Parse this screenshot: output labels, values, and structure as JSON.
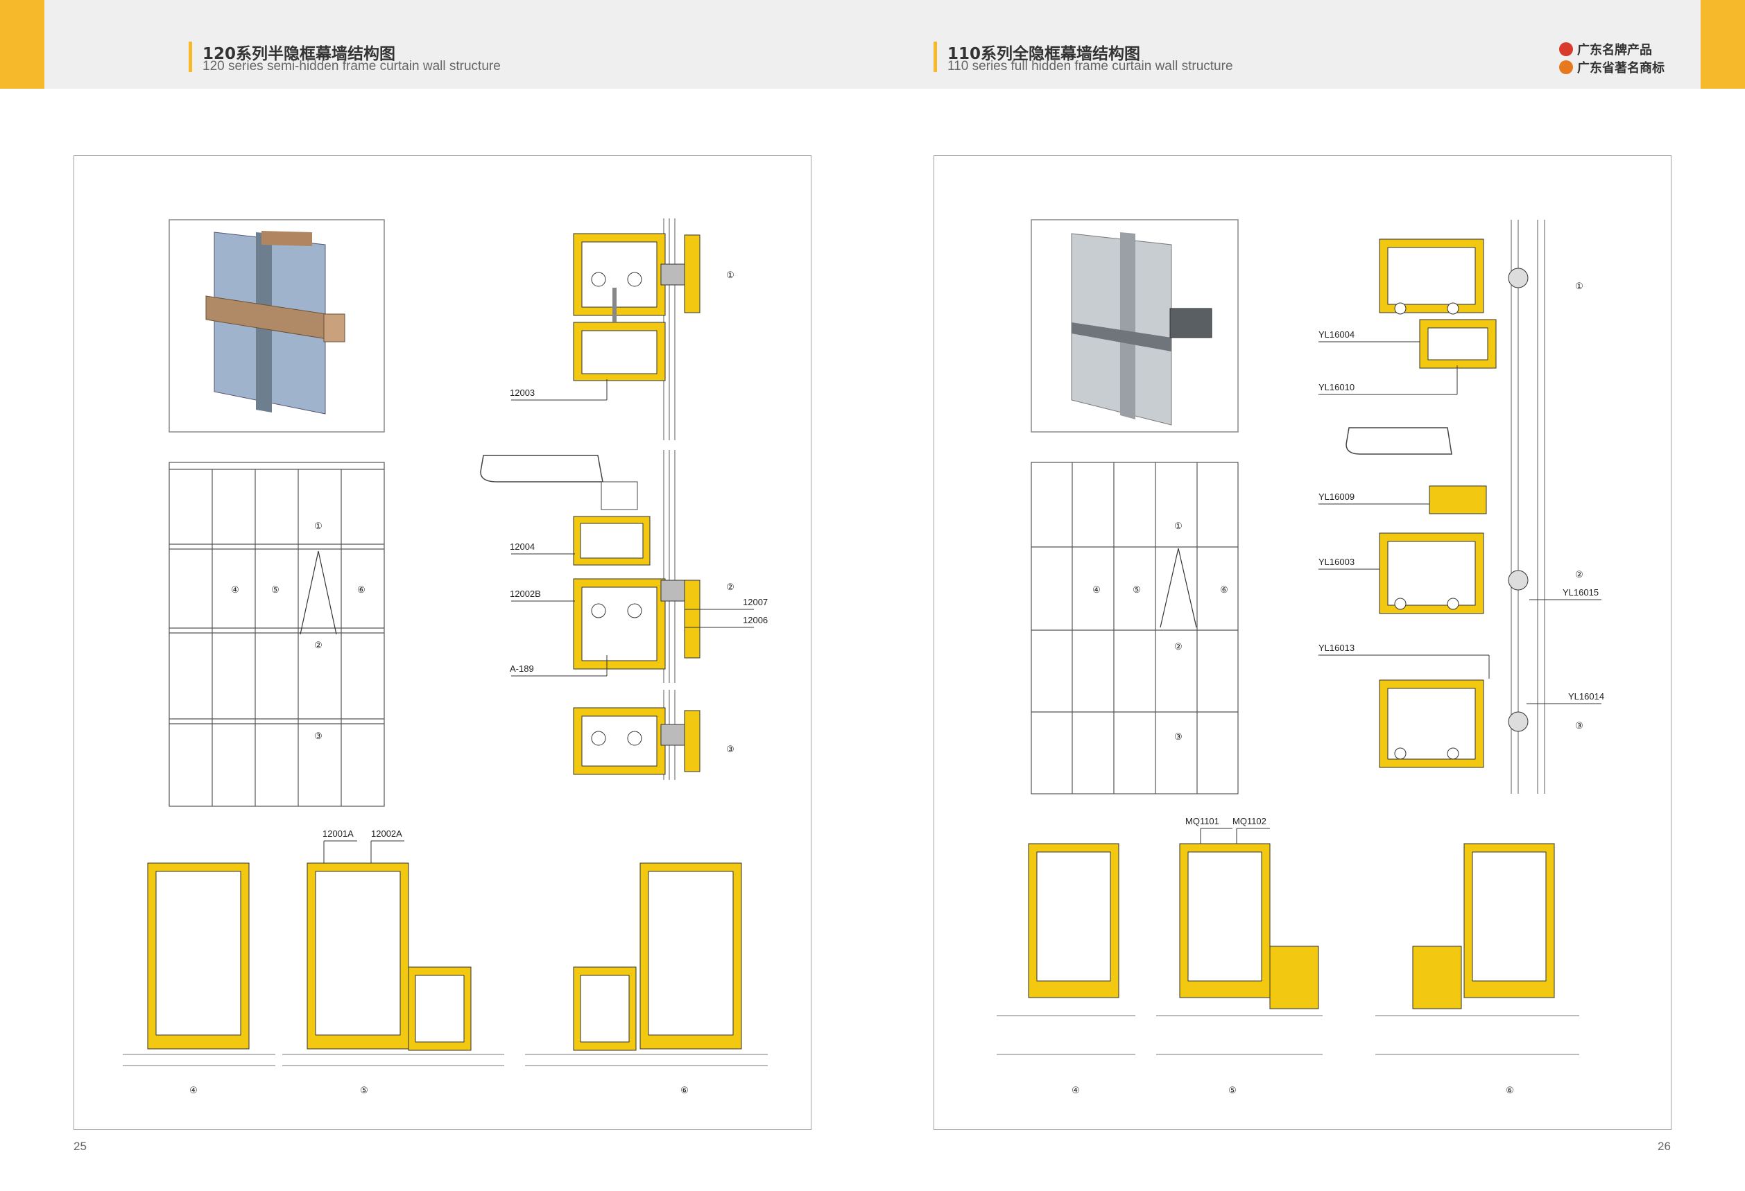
{
  "header": {
    "left": {
      "title": "120系列半隐框幕墙结构图",
      "subtitle": "120 series semi-hidden frame curtain wall structure"
    },
    "right": {
      "title": "110系列全隐框幕墙结构图",
      "subtitle": "110 series full hidden frame curtain wall structure"
    },
    "badges": [
      {
        "text": "广东名牌产品",
        "color": "#d83a2b"
      },
      {
        "text": "广东省著名商标",
        "color": "#e6781e"
      }
    ]
  },
  "colors": {
    "accent": "#f6b92b",
    "profile": "#f2c811",
    "outline": "#333333"
  },
  "left_page": {
    "page_number": "25",
    "grid_markers": [
      "①",
      "②",
      "③",
      "④",
      "⑤",
      "⑥"
    ],
    "section_markers": [
      "①",
      "②",
      "③"
    ],
    "bottom_markers": [
      "④",
      "⑤",
      "⑥"
    ],
    "part_labels": [
      "12003",
      "12004",
      "12002B",
      "12007",
      "12006",
      "A-189",
      "12001A",
      "12002A"
    ]
  },
  "right_page": {
    "page_number": "26",
    "grid_markers": [
      "①",
      "②",
      "③",
      "④",
      "⑤",
      "⑥"
    ],
    "section_markers": [
      "①",
      "②",
      "③"
    ],
    "bottom_markers": [
      "④",
      "⑤",
      "⑥"
    ],
    "part_labels": [
      "YL16004",
      "YL16010",
      "YL16009",
      "YL16003",
      "YL16015",
      "YL16013",
      "YL16014",
      "MQ1101",
      "MQ1102"
    ]
  }
}
